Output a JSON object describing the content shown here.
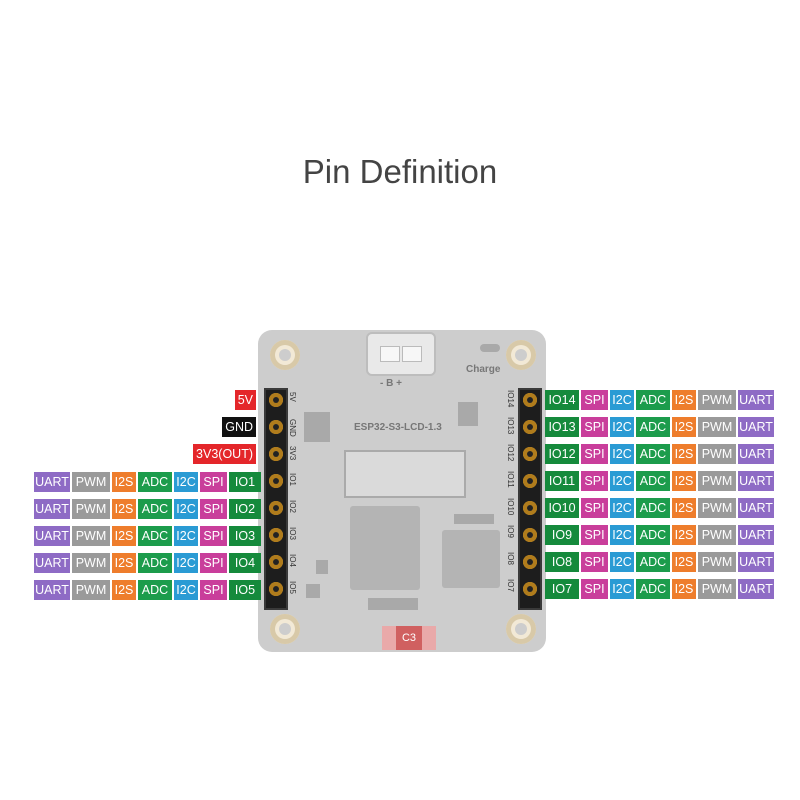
{
  "title": "Pin Definition",
  "board": {
    "name": "ESP32-S3-LCD-1.3",
    "charge_label": "Charge",
    "connector_label": "- B +",
    "cam_label": "C3"
  },
  "colors": {
    "UART": "#8e6bc5",
    "PWM": "#9a9a9a",
    "I2S": "#ee7d2c",
    "ADC": "#1c9c4c",
    "I2C": "#2a9bd4",
    "SPI": "#c93e9b",
    "IO": "#158a3c",
    "5V": "#e4262a",
    "GND": "#111111",
    "3V3(OUT)": "#e4262a"
  },
  "left_power": [
    "5V",
    "GND",
    "3V3(OUT)"
  ],
  "left_rows": [
    {
      "io": "IO1",
      "tags": [
        "UART",
        "PWM",
        "I2S",
        "ADC",
        "I2C",
        "SPI"
      ]
    },
    {
      "io": "IO2",
      "tags": [
        "UART",
        "PWM",
        "I2S",
        "ADC",
        "I2C",
        "SPI"
      ]
    },
    {
      "io": "IO3",
      "tags": [
        "UART",
        "PWM",
        "I2S",
        "ADC",
        "I2C",
        "SPI"
      ]
    },
    {
      "io": "IO4",
      "tags": [
        "UART",
        "PWM",
        "I2S",
        "ADC",
        "I2C",
        "SPI"
      ]
    },
    {
      "io": "IO5",
      "tags": [
        "UART",
        "PWM",
        "I2S",
        "ADC",
        "I2C",
        "SPI"
      ]
    }
  ],
  "left_header_pins": [
    "5V",
    "GND",
    "3V3",
    "IO1",
    "IO2",
    "IO3",
    "IO4",
    "IO5"
  ],
  "right_rows": [
    {
      "io": "IO14",
      "tags": [
        "SPI",
        "I2C",
        "ADC",
        "I2S",
        "PWM",
        "UART"
      ]
    },
    {
      "io": "IO13",
      "tags": [
        "SPI",
        "I2C",
        "ADC",
        "I2S",
        "PWM",
        "UART"
      ]
    },
    {
      "io": "IO12",
      "tags": [
        "SPI",
        "I2C",
        "ADC",
        "I2S",
        "PWM",
        "UART"
      ]
    },
    {
      "io": "IO11",
      "tags": [
        "SPI",
        "I2C",
        "ADC",
        "I2S",
        "PWM",
        "UART"
      ]
    },
    {
      "io": "IO10",
      "tags": [
        "SPI",
        "I2C",
        "ADC",
        "I2S",
        "PWM",
        "UART"
      ]
    },
    {
      "io": "IO9",
      "tags": [
        "SPI",
        "I2C",
        "ADC",
        "I2S",
        "PWM",
        "UART"
      ]
    },
    {
      "io": "IO8",
      "tags": [
        "SPI",
        "I2C",
        "ADC",
        "I2S",
        "PWM",
        "UART"
      ]
    },
    {
      "io": "IO7",
      "tags": [
        "SPI",
        "I2C",
        "ADC",
        "I2S",
        "PWM",
        "UART"
      ]
    }
  ],
  "right_header_pins": [
    "IO14",
    "IO13",
    "IO12",
    "IO11",
    "IO10",
    "IO9",
    "IO8",
    "IO7"
  ]
}
